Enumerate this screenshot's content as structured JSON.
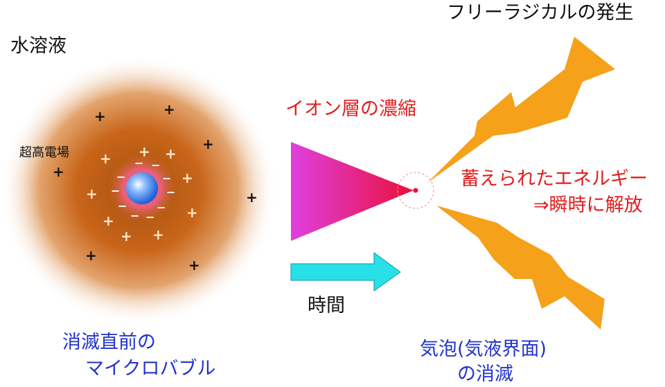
{
  "labels": {
    "solution": "水溶液",
    "high_field": "超高電場",
    "ion_concentration": "イオン層の濃縮",
    "time": "時間",
    "bubble_line1": "消滅直前の",
    "bubble_line2": "マイクロバブル",
    "radical": "フリーラジカルの発生",
    "energy_line1": "蓄えられたエネルギー",
    "energy_line2": "⇒瞬時に解放",
    "collapse_line1": "気泡(気液界面)",
    "collapse_line2": "の消滅"
  },
  "symbols": {
    "plus": "+",
    "minus": "−"
  },
  "colors": {
    "halo": "#c8651a",
    "bubble": "#3d7fe8",
    "arrow": "#27e0e8",
    "wedge_start": "#e040e0",
    "wedge_end": "#e8103a",
    "lightning": "#f5a11a",
    "red_text": "#e01e1e",
    "blue_text": "#2233cc"
  }
}
